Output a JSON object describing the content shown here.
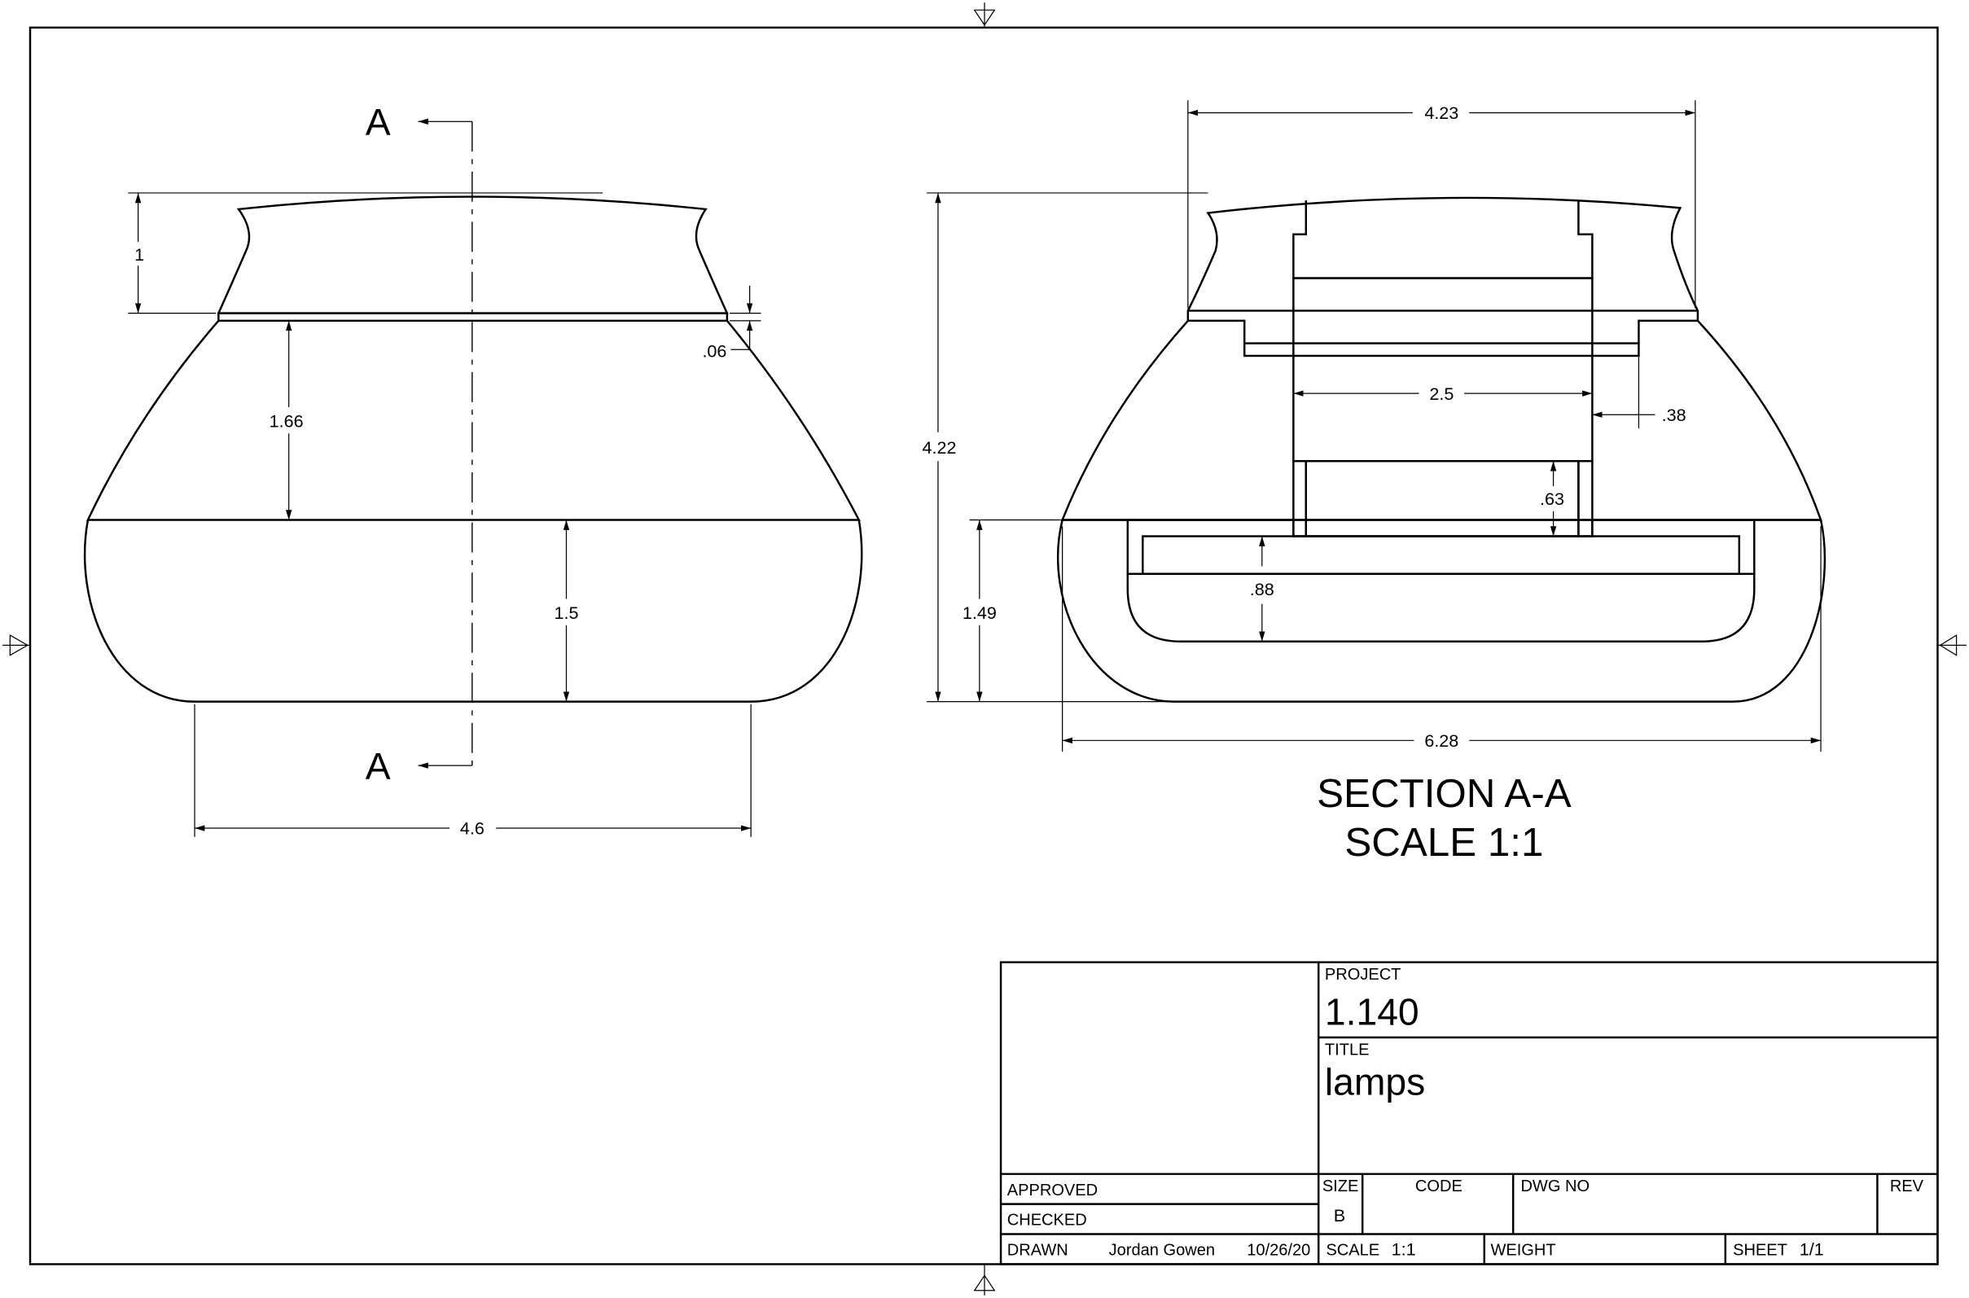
{
  "front_view": {
    "section_label_top": "A",
    "section_label_bottom": "A",
    "dims": {
      "cap_height": "1",
      "band": ".06",
      "upper_body": "1.66",
      "lower_body": "1.5",
      "base_width": "4.6"
    }
  },
  "section_view": {
    "title": "SECTION A-A",
    "scale": "SCALE 1:1",
    "dims": {
      "top_width": "4.23",
      "height": "4.22",
      "lower_height": "1.49",
      "max_width": "6.28",
      "bore": "2.5",
      "wall": ".38",
      "lower_bore": ".63",
      "cavity": ".88"
    }
  },
  "title_block": {
    "project_label": "PROJECT",
    "project": "1.140",
    "title_label": "TITLE",
    "title": "lamps",
    "approved_label": "APPROVED",
    "checked_label": "CHECKED",
    "drawn_label": "DRAWN",
    "drawn_by": "Jordan Gowen",
    "drawn_date": "10/26/20",
    "size_label": "SIZE",
    "size": "B",
    "code_label": "CODE",
    "dwg_no_label": "DWG NO",
    "rev_label": "REV",
    "scale_label": "SCALE",
    "scale": "1:1",
    "weight_label": "WEIGHT",
    "sheet_label": "SHEET",
    "sheet": "1/1"
  }
}
